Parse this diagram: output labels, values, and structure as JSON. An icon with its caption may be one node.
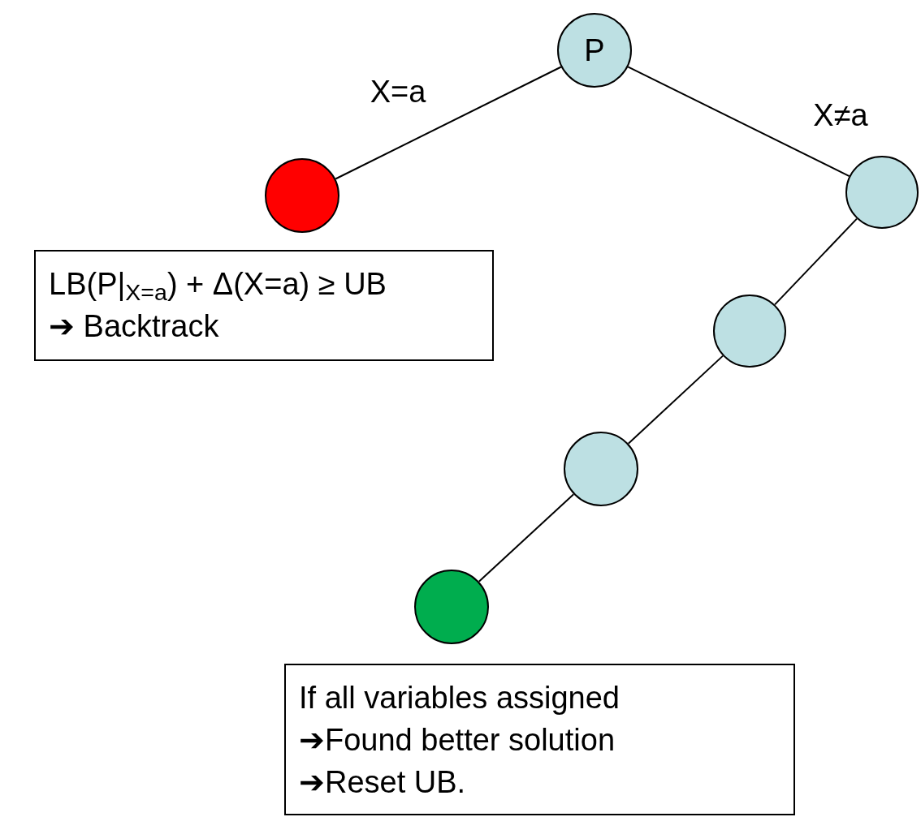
{
  "diagram": {
    "nodes": [
      {
        "text": [
          "P"
        ]
      },
      {
        "text": [],
        "shape": "circle"
      },
      {
        "text": [],
        "shape": "circle"
      },
      {
        "text": [],
        "shape": "circle"
      },
      {
        "text": [],
        "shape": "circle"
      },
      {
        "text": [],
        "shape": "circle"
      },
      {
        "text": [
          "LB(P|$_{X=a}$) + Δ(X=a) ≥ UB",
          "➔ Backtrack"
        ]
      },
      {
        "text": [
          "If all variables assigned",
          "➔Found better solution",
          "➔Reset UB."
        ]
      }
    ],
    "edges": [
      {
        "from": 0,
        "to": 1,
        "arrow": "none",
        "label": "X=a"
      },
      {
        "from": 0,
        "to": 2,
        "arrow": "none",
        "label": "X≠a"
      },
      {
        "from": 2,
        "to": 3,
        "arrow": "none"
      },
      {
        "from": 3,
        "to": 4,
        "arrow": "none"
      },
      {
        "from": 4,
        "to": 5,
        "arrow": "none"
      }
    ]
  }
}
